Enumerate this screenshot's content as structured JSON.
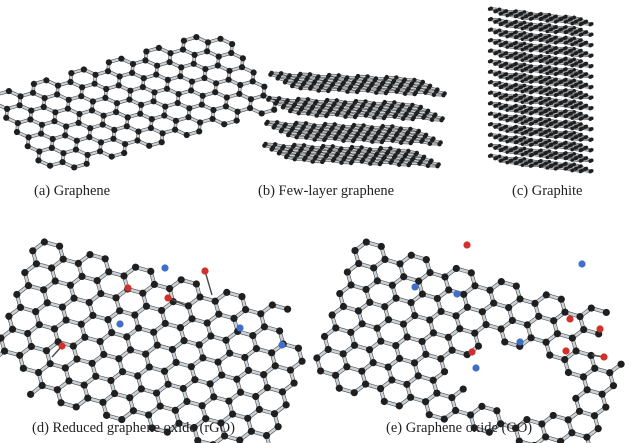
{
  "figure": {
    "panels": [
      {
        "id": "a",
        "caption": "(a) Graphene"
      },
      {
        "id": "b",
        "caption": "(b) Few-layer graphene"
      },
      {
        "id": "c",
        "caption": "(c) Graphite"
      },
      {
        "id": "d",
        "caption": "(d) Reduced graphene oxide (rGO)"
      },
      {
        "id": "e",
        "caption": "(e) Graphene oxide (GO)"
      }
    ]
  },
  "colors": {
    "carbon_atom": "#1f1f1f",
    "bond": "#c9d2d8",
    "bond_edge": "#4a4a4a",
    "oxygen_atom": "#d1302c",
    "hydrogen_atom": "#3f6fc9"
  }
}
